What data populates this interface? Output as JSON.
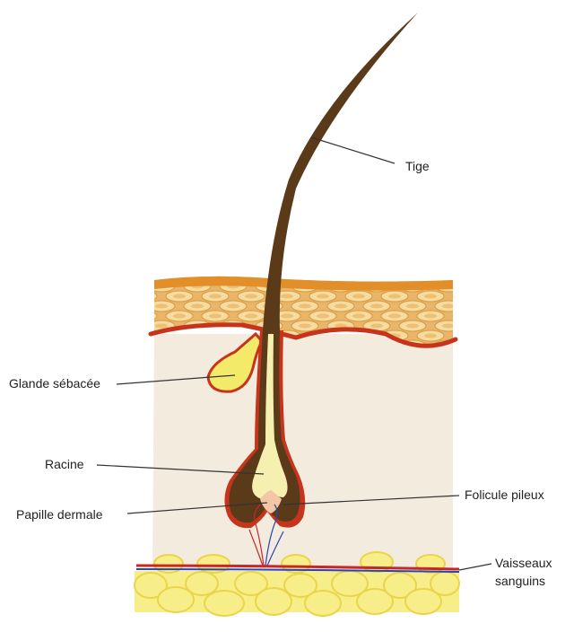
{
  "labels": {
    "tige": "Tige",
    "glande": "Glande sébacée",
    "racine": "Racine",
    "papille": "Papille dermale",
    "folicule": "Folicule pileux",
    "vaisseaux_line1": "Vaisseaux",
    "vaisseaux_line2": "sanguins"
  },
  "colors": {
    "hair": "#5b3a1a",
    "epidermis": "#e8b56a",
    "epidermis_top": "#e28f2a",
    "dermis": "#f4ebdf",
    "basement": "#c7341c",
    "fat": "#f7ee8a",
    "fat_outline": "#e9d54a",
    "gland": "#f3ea6a",
    "artery": "#c62828",
    "vein": "#2a43b8"
  }
}
